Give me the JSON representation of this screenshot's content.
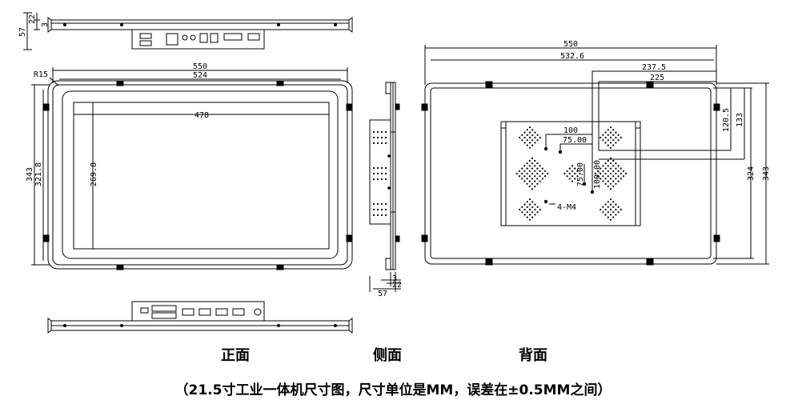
{
  "views": {
    "front": "正面",
    "side": "侧面",
    "back": "背面"
  },
  "caption": "（21.5寸工业一体机尺寸图，尺寸单位是MM，误差在±0.5MM之间）",
  "dims": {
    "top_h57": "57",
    "top_h22": "22",
    "top_h3": "3",
    "r15": "R15",
    "front_w550": "550",
    "front_w524": "524",
    "front_w478": "478",
    "front_h343": "343",
    "front_h321": "321.8",
    "front_h269": "269.8",
    "side_d3": "3",
    "side_d22": "22",
    "side_d57": "57",
    "back_w550": "550",
    "back_w532": "532.6",
    "back_w237": "237.5",
    "back_w225": "225",
    "back_h120": "120.5",
    "back_h133": "133",
    "back_h324": "324",
    "back_h343": "343",
    "back_vesa100": "100",
    "back_vesa75": "75.00",
    "back_v75": "75.00",
    "back_v100": "100.00",
    "back_screw": "4-M4"
  }
}
